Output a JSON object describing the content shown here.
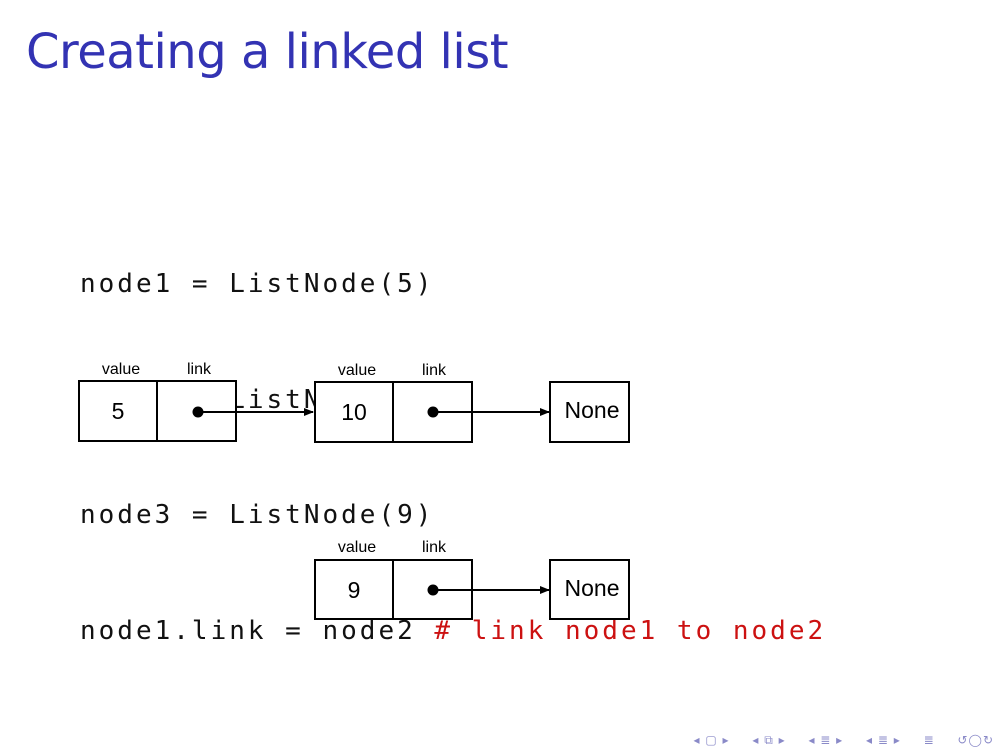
{
  "slide": {
    "title": "Creating a linked list"
  },
  "code": {
    "lines": [
      "node1 = ListNode(5)",
      "node2 = ListNode(10)",
      "node3 = ListNode(9)"
    ],
    "line4_code": "node1.link = node2 ",
    "line4_comment": "# link node1 to node2"
  },
  "diagram": {
    "chain1": [
      {
        "value_label": "value",
        "link_label": "link",
        "value": "5"
      },
      {
        "value_label": "value",
        "link_label": "link",
        "value": "10"
      }
    ],
    "chain1_end": "None",
    "chain2": [
      {
        "value_label": "value",
        "link_label": "link",
        "value": "9"
      }
    ],
    "chain2_end": "None"
  },
  "colors": {
    "title": "#3333b3",
    "comment": "#cc1111",
    "nav": "#8a8ac8"
  },
  "navigation": {
    "icons": [
      "first-frame-icon",
      "prev-frame-icon",
      "prev-section-icon",
      "prev-subsection-icon",
      "align-icon",
      "search-icon"
    ]
  }
}
